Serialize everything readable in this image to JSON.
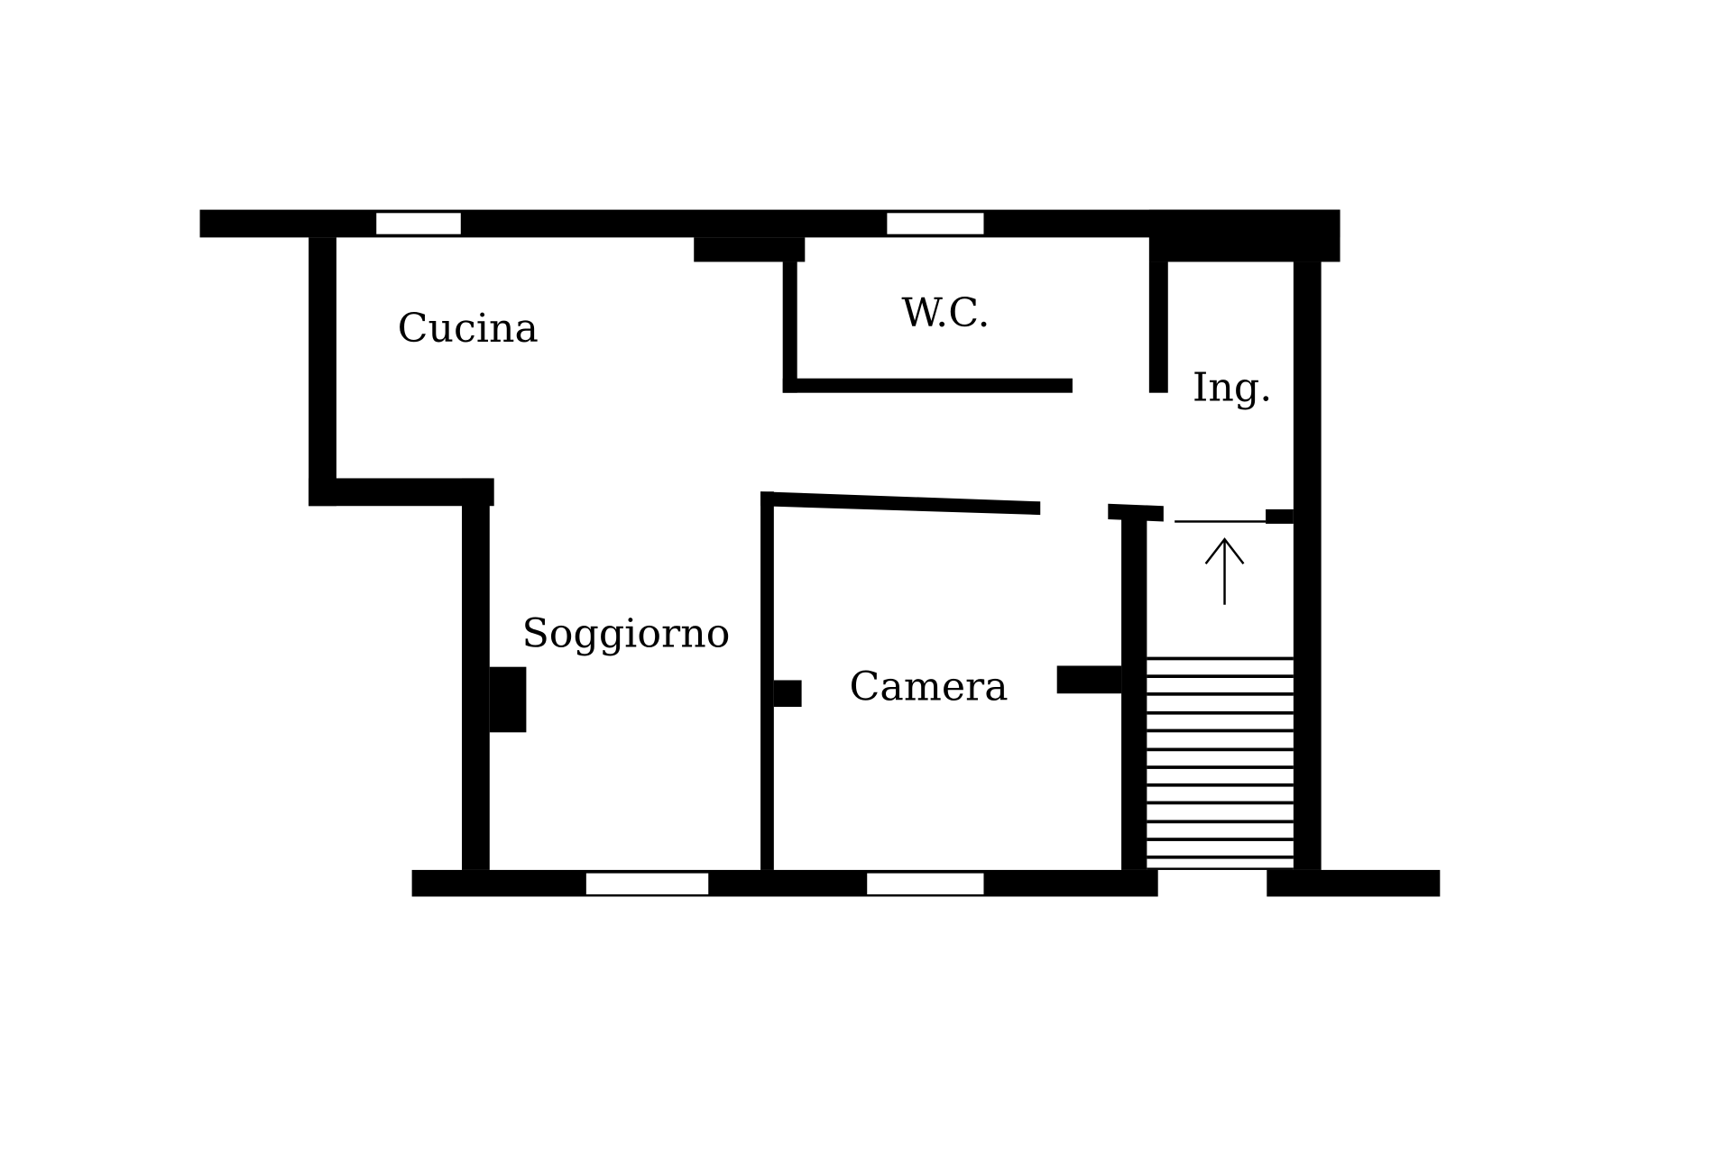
{
  "plan": {
    "rooms": {
      "kitchen": "Cucina",
      "wc": "W.C.",
      "entrance": "Ing.",
      "living": "Soggiorno",
      "bedroom": "Camera"
    },
    "colors": {
      "wall": "#000000",
      "background": "#ffffff"
    }
  }
}
